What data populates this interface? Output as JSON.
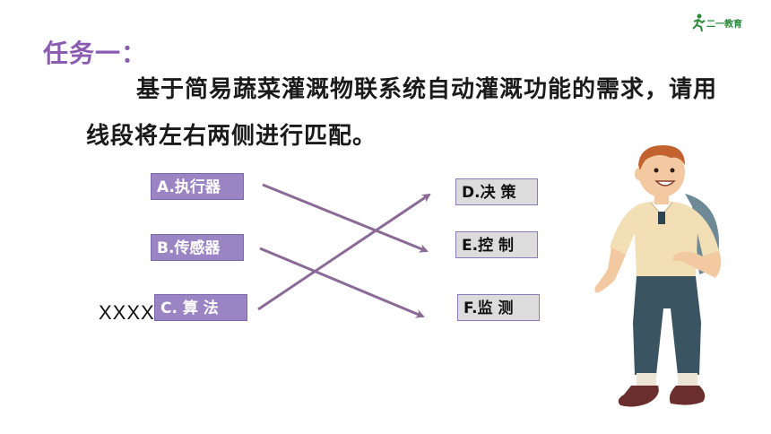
{
  "logo": {
    "text": "二一教育"
  },
  "task": {
    "title": "任务一：",
    "instruction": "基于简易蔬菜灌溉物联系统自动灌溉功能的需求，请用线段将左右两侧进行匹配。"
  },
  "matching": {
    "left": [
      {
        "id": "A",
        "label": "A.执行器"
      },
      {
        "id": "B",
        "label": "B.传感器"
      },
      {
        "id": "C",
        "label": "C. 算  法"
      }
    ],
    "right": [
      {
        "id": "D",
        "label": "D.决  策"
      },
      {
        "id": "E",
        "label": "E.控  制"
      },
      {
        "id": "F",
        "label": "F.监  测"
      }
    ],
    "connections": [
      [
        "A",
        "E"
      ],
      [
        "B",
        "F"
      ],
      [
        "C",
        "D"
      ]
    ],
    "line_color": "#8a6a96",
    "annotation": "XXXX"
  },
  "illustration": {
    "icon": "student-boy-with-backpack"
  }
}
